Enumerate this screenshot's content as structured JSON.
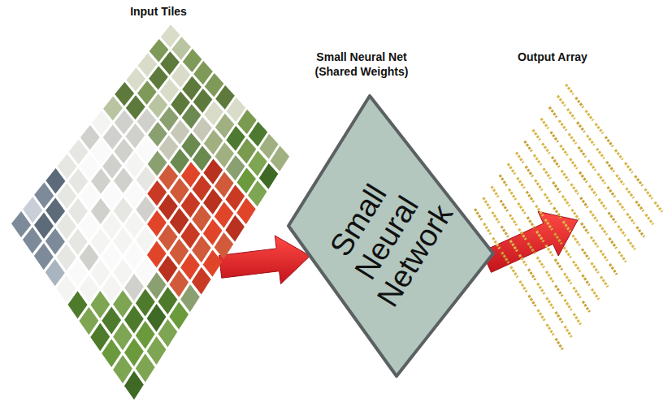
{
  "diagram": {
    "nodes": [
      {
        "text": [
          "Input Tiles"
        ]
      },
      {
        "text": [
          "Small Neural Net (Shared Weights)",
          "Small Neural Network"
        ]
      },
      {
        "text": [
          "Output Array"
        ]
      }
    ],
    "edges": [
      {
        "from": 0,
        "to": 1,
        "arrow": "to"
      },
      {
        "from": 1,
        "to": 2,
        "arrow": "to"
      }
    ]
  }
}
